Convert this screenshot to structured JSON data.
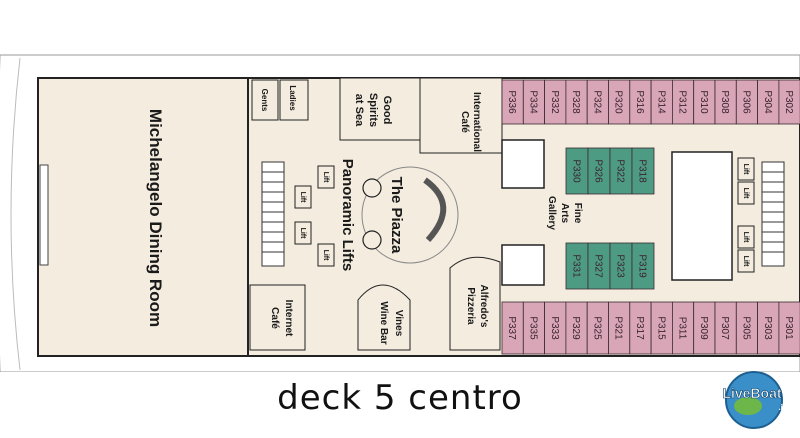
{
  "caption": "deck 5 centro",
  "logo": {
    "text": "LiveBoat",
    "suffix": ".it"
  },
  "areas": {
    "dining_room": "Michelangelo Dining Room",
    "gents": "Gents",
    "ladies": "Ladies",
    "good_spirits": [
      "Good",
      "Spirits",
      "at Sea"
    ],
    "international_cafe": [
      "International",
      "Café"
    ],
    "piazza": "The Piazza",
    "panoramic_lifts": "Panoramic Lifts",
    "fine_arts": [
      "Fine",
      "Arts",
      "Gallery"
    ],
    "alfredos": [
      "Alfredo's",
      "Pizzeria"
    ],
    "vines": [
      "Vines",
      "Wine Bar"
    ],
    "internet_cafe": [
      "Internet",
      "Café"
    ],
    "lift": "Lift"
  },
  "cabins": {
    "top_row": [
      "P336",
      "P334",
      "P332",
      "P328",
      "P324",
      "P320",
      "P316",
      "P314",
      "P312",
      "P310",
      "P308",
      "P306",
      "P304",
      "P302"
    ],
    "bottom_row": [
      "P337",
      "P335",
      "P333",
      "P329",
      "P325",
      "P321",
      "P317",
      "P315",
      "P311",
      "P309",
      "P307",
      "P305",
      "P303",
      "P301"
    ],
    "inner_top": [
      "P330",
      "P326",
      "P322",
      "P318"
    ],
    "inner_bottom": [
      "P331",
      "P327",
      "P323",
      "P319"
    ]
  },
  "colors": {
    "outer_cabin": "#d8a6b6",
    "inner_cabin": "#4e9b84",
    "deck": "#f3ecdf",
    "hull": "#ffffff",
    "wall": "#222222"
  }
}
